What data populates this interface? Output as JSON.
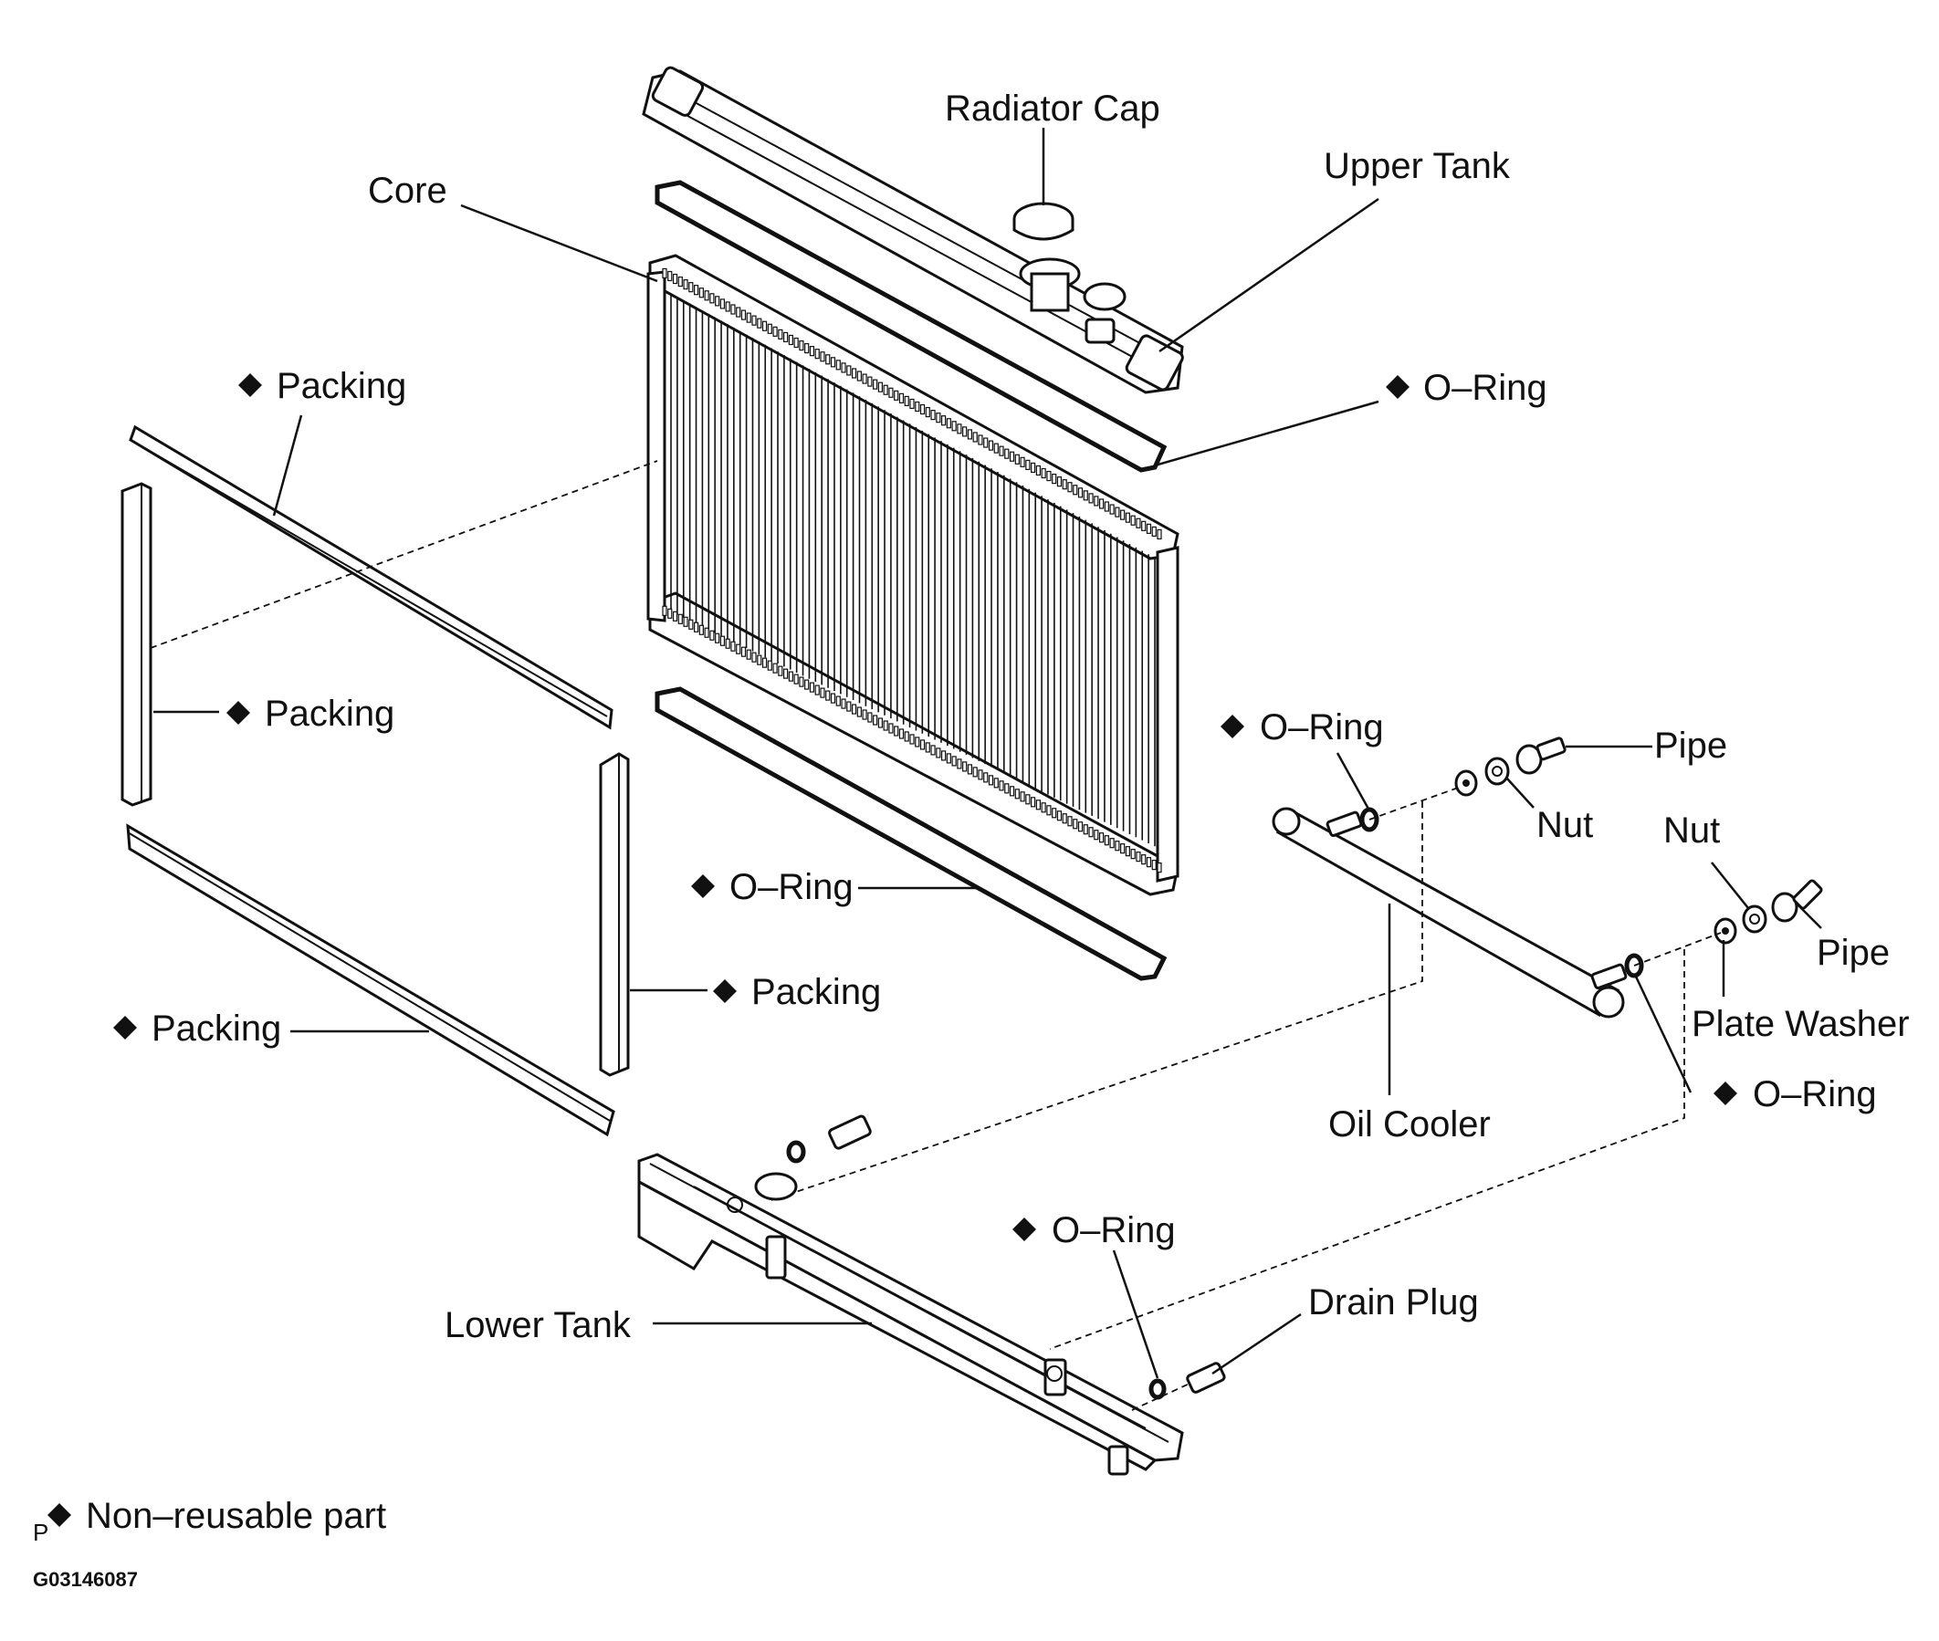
{
  "labels": {
    "radiator_cap": "Radiator Cap",
    "upper_tank": "Upper Tank",
    "core": "Core",
    "o_ring_upper": "O–Ring",
    "packing_top": "Packing",
    "packing_left": "Packing",
    "packing_right": "Packing",
    "packing_bottom": "Packing",
    "o_ring_lower": "O–Ring",
    "o_ring_oil_cooler": "O–Ring",
    "pipe_upper": "Pipe",
    "nut_upper": "Nut",
    "nut_lower": "Nut",
    "pipe_lower": "Pipe",
    "plate_washer": "Plate Washer",
    "o_ring_right": "O–Ring",
    "oil_cooler": "Oil Cooler",
    "o_ring_drain": "O–Ring",
    "drain_plug": "Drain Plug",
    "lower_tank": "Lower Tank"
  },
  "legend": {
    "marker": "P",
    "text": "Non–reusable part"
  },
  "figure_code": "G03146087",
  "colors": {
    "ink": "#111111",
    "paper": "#ffffff"
  },
  "icons": {
    "non_reusable": "black-diamond"
  }
}
